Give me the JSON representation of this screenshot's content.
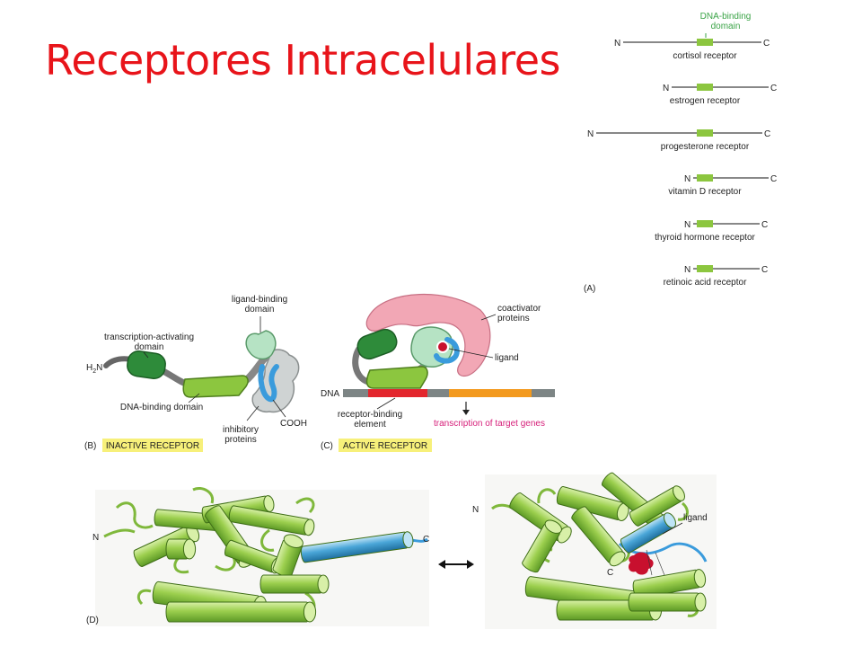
{
  "title": "Receptores Intracelulares",
  "colors": {
    "title": "#e8141a",
    "dna_binding_green": "#8cc63f",
    "dark_green": "#2e8b3a",
    "pale_green": "#b6e3c4",
    "coactivator_pink": "#f2a7b5",
    "inhibitory_grey": "#cfd3d3",
    "ligand_blue": "#3a9bdc",
    "ligand_red": "#c8102e",
    "element_red": "#e3262d",
    "transcription_orange": "#f39a1e",
    "label_yellow": "#f7f07a",
    "magenta_text": "#d6207a"
  },
  "panelA": {
    "heading": "DNA-binding\ndomain",
    "label": "(A)",
    "receptors": [
      {
        "name": "cortisol receptor",
        "n": "N",
        "c": "C"
      },
      {
        "name": "estrogen receptor",
        "n": "N",
        "c": "C"
      },
      {
        "name": "progesterone receptor",
        "n": "N",
        "c": "C"
      },
      {
        "name": "vitamin D receptor",
        "n": "N",
        "c": "C"
      },
      {
        "name": "thyroid hormone receptor",
        "n": "N",
        "c": "C"
      },
      {
        "name": "retinoic acid receptor",
        "n": "N",
        "c": "C"
      }
    ]
  },
  "panelB": {
    "label": "(B)",
    "badge": "INACTIVE RECEPTOR",
    "ligand_binding_domain": "ligand-binding\ndomain",
    "transcription_activating_domain": "transcription-activating\ndomain",
    "dna_binding_domain": "DNA-binding domain",
    "inhibitory_proteins": "inhibitory\nproteins",
    "cooh": "COOH",
    "h2n_main": "H",
    "h2n_sub": "2",
    "h2n_end": "N"
  },
  "panelC": {
    "label": "(C)",
    "badge": "ACTIVE RECEPTOR",
    "coactivator": "coactivator\nproteins",
    "ligand": "ligand",
    "dna": "DNA",
    "receptor_binding_element": "receptor-binding\nelement",
    "transcription": "transcription of target genes"
  },
  "panelD": {
    "label": "(D)",
    "n_left": "N",
    "c_left": "C",
    "n_right": "N",
    "c_right": "C",
    "ligand": "ligand"
  }
}
